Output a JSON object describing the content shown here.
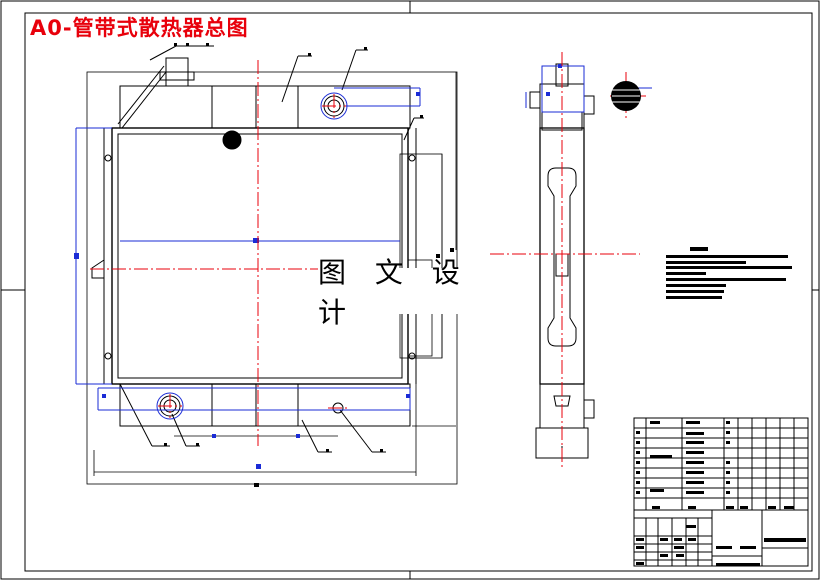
{
  "drawing": {
    "title": "A0-管带式散热器总图",
    "watermark": "图 文 设 计",
    "line_color": "#000000",
    "centerline_color": "#e8000b",
    "dimension_color": "#1a2bd6",
    "title_color": "#e8000b"
  },
  "title_block": {
    "drawing_name": "管带式散热器总图"
  }
}
